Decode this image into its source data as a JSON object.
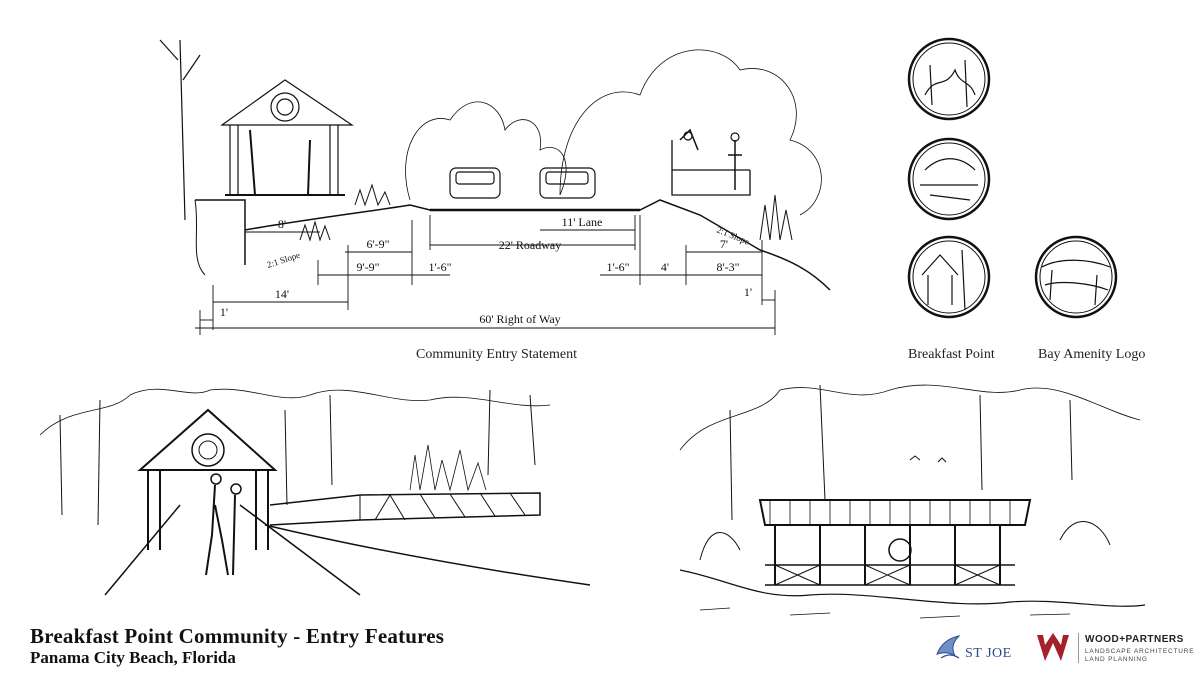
{
  "section": {
    "dimensions": {
      "d8": "8'",
      "lane": "11' Lane",
      "roadway": "22' Roadway",
      "d6_9": "6'-9\"",
      "d9_9": "9'-9\"",
      "d1_6_left": "1'-6\"",
      "d1_6_right": "1'-6\"",
      "d4": "4'",
      "d8_3": "8'-3\"",
      "d7": "7'",
      "d14": "14'",
      "d1_left": "1'",
      "d1_right": "1'",
      "row": "60' Right of Way",
      "slope_left": "2:1 Slope",
      "slope_right": "2:1 Slope"
    },
    "caption": "Community Entry Statement"
  },
  "logos_panel": {
    "breakfast_point_label": "Breakfast Point",
    "bay_amenity_label": "Bay Amenity Logo"
  },
  "footer": {
    "title": "Breakfast Point Community - Entry Features",
    "subtitle": "Panama City Beach, Florida",
    "stjoe": "ST JOE",
    "wp_name": "WOOD+PARTNERS",
    "wp_line1": "LANDSCAPE ARCHITECTURE",
    "wp_line2": "LAND PLANNING"
  }
}
